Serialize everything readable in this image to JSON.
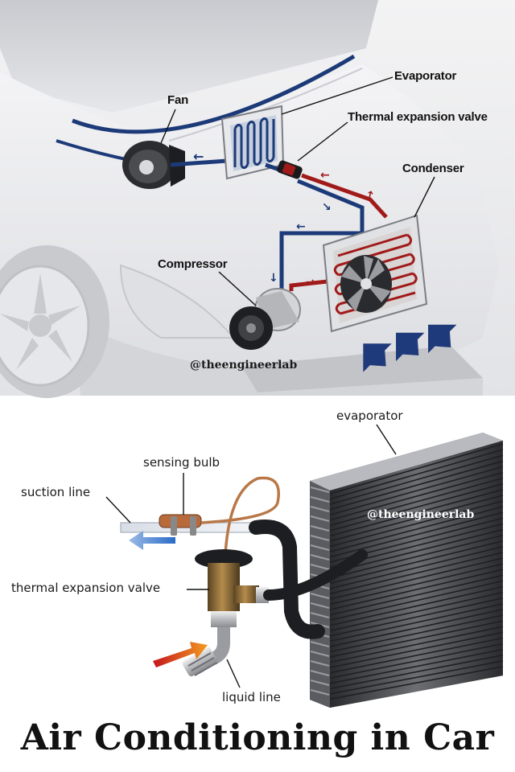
{
  "top_diagram": {
    "labels": {
      "evaporator": "Evaporator",
      "fan": "Fan",
      "thermal_expansion_valve": "Thermal expansion valve",
      "condenser": "Condenser",
      "compressor": "Compressor"
    },
    "watermark": "@theengineerlab"
  },
  "bottom_diagram": {
    "labels": {
      "evaporator": "evaporator",
      "sensing_bulb": "sensing bulb",
      "suction_line": "suction line",
      "thermal_expansion_valve": "thermal expansion valve",
      "liquid_line": "liquid line"
    },
    "watermark": "@theengineerlab"
  },
  "title": "Air Conditioning in Car",
  "colors": {
    "refrigerant_low": "#1c3a78",
    "refrigerant_high": "#a11a1a",
    "airflow_arrow": "#1f3a7a",
    "car_body": "#e9eaec"
  }
}
